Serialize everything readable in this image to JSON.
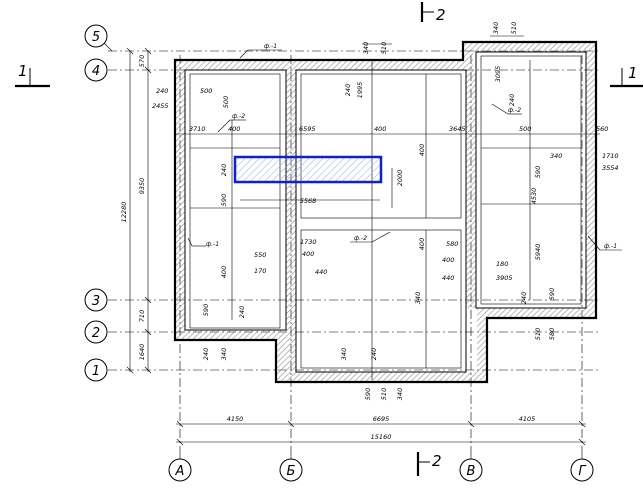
{
  "axes": {
    "vertical": [
      {
        "label": "А"
      },
      {
        "label": "Б"
      },
      {
        "label": "В"
      },
      {
        "label": "Г"
      }
    ],
    "horizontal": [
      {
        "label": "5"
      },
      {
        "label": "4"
      },
      {
        "label": "3"
      },
      {
        "label": "2"
      },
      {
        "label": "1"
      }
    ]
  },
  "sections": {
    "left": {
      "num": "1"
    },
    "right": {
      "num": "1"
    },
    "top": {
      "num": "2"
    },
    "bottom": {
      "num": "2"
    }
  },
  "dimensions": {
    "bottom_chain": [
      "4150",
      "6695",
      "4105"
    ],
    "bottom_total": "15160",
    "left_chain": [
      "1640",
      "710",
      "9350",
      "570"
    ],
    "left_total": "12280",
    "top_walls": [
      "340",
      "510",
      "340",
      "510"
    ],
    "pit_length": "5568",
    "pit_depth": "2000",
    "other": [
      "240",
      "500",
      "2455",
      "500",
      "3710",
      "400",
      "6595",
      "400",
      "3645",
      "500",
      "560",
      "240",
      "1995",
      "240",
      "590",
      "3095",
      "240",
      "340",
      "1710",
      "590",
      "3554",
      "400",
      "1730",
      "4530",
      "400",
      "550",
      "400",
      "170",
      "440",
      "400",
      "580",
      "400",
      "180",
      "440",
      "3905",
      "5940",
      "340",
      "590",
      "240",
      "240",
      "590",
      "240",
      "340",
      "510",
      "580",
      "340",
      "240",
      "590",
      "510",
      "340"
    ]
  },
  "labels": {
    "fm1_top": "ф.-1",
    "fm2_left": "ф.-2",
    "fm1_left": "ф.-1",
    "fm2_center": "ф.-2",
    "fm2_right": "ф.-2",
    "fm1_right": "ф.-1"
  },
  "colors": {
    "highlight": "#1020d0",
    "hatch": "#8c8c8c",
    "lines": "#000000"
  }
}
